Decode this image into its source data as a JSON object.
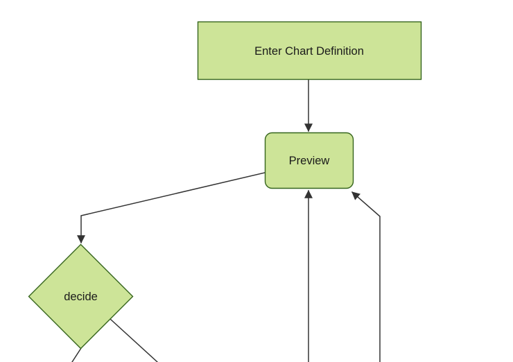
{
  "diagram": {
    "type": "flowchart",
    "background": "#ffffff",
    "node_fill": "#cde498",
    "node_border": "#35641c",
    "edge_color": "#333333",
    "text_color": "#1a1a1a",
    "nodes": [
      {
        "id": "enter-chart-definition",
        "label": "Enter Chart Definition",
        "shape": "rectangle"
      },
      {
        "id": "preview",
        "label": "Preview",
        "shape": "rounded-rectangle"
      },
      {
        "id": "decide",
        "label": "decide",
        "shape": "diamond"
      }
    ],
    "edges": [
      {
        "from": "enter-chart-definition",
        "to": "preview",
        "arrowhead": true
      },
      {
        "from": "preview",
        "to": "decide",
        "arrowhead": true
      },
      {
        "from": "offscreen-bottom",
        "to": "preview",
        "arrowhead": true
      },
      {
        "from": "offscreen-bottom-right",
        "to": "preview",
        "arrowhead": true
      },
      {
        "from": "decide",
        "to": "offscreen-bottom-left",
        "arrowhead": false
      },
      {
        "from": "decide",
        "to": "offscreen-bottom-right",
        "arrowhead": false
      }
    ]
  }
}
